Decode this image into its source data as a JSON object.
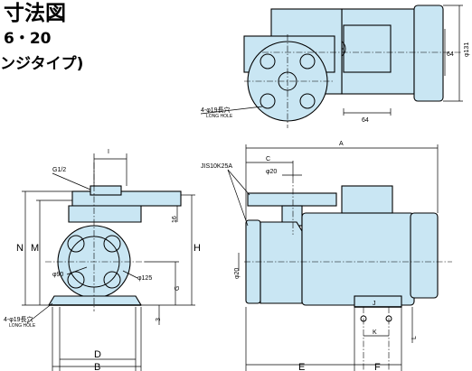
{
  "header": {
    "title": "寸法図",
    "model": "6・20",
    "type": "ンジタイプ)"
  },
  "top_view": {
    "hole_note": "4-φ19長穴",
    "hole_note_en": "LONG HOLE",
    "dim_64_h": "64",
    "dim_64_v": "64",
    "dim_131": "φ131"
  },
  "front_view": {
    "port_label": "G1/2",
    "dim_I": "I",
    "dim_N": "N",
    "dim_M": "M",
    "dim_16": "16",
    "dim_H": "H",
    "dim_G": "G",
    "dim_90": "φ90",
    "dim_125": "φ125",
    "dim_3": "3",
    "hole_note": "4-φ19長穴",
    "hole_note_en": "LONG HOLE",
    "dim_D": "D",
    "dim_B": "B"
  },
  "side_view": {
    "flange_label": "JIS10K25A",
    "dim_A": "A",
    "dim_C": "C",
    "dim_20_top": "φ20",
    "dim_20_side": "φ20",
    "dim_J": "J",
    "dim_K": "K",
    "dim_L": "L",
    "dim_E": "E",
    "dim_F": "F"
  }
}
